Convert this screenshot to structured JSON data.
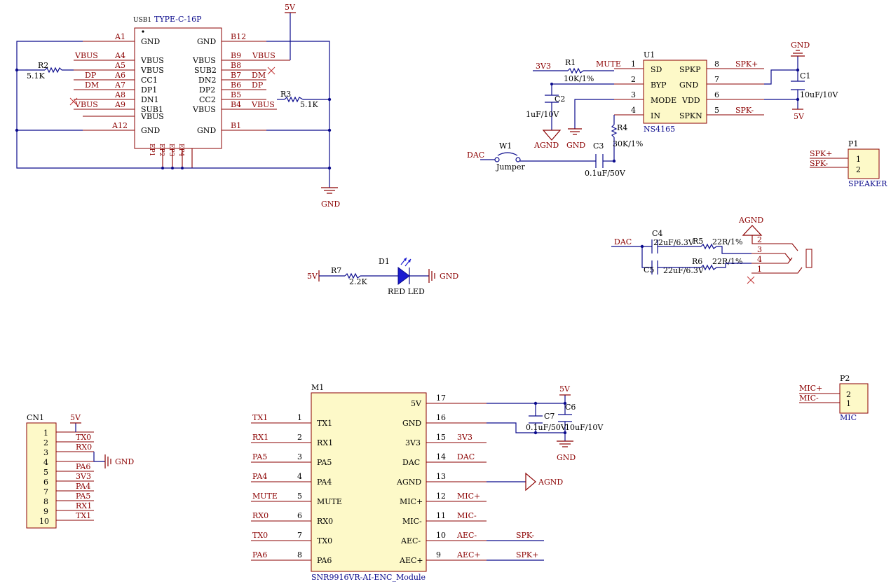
{
  "usb": {
    "ref": "USB1",
    "value": "TYPE-C-16P",
    "left_pins": [
      {
        "num": "A1",
        "name": "GND",
        "net": ""
      },
      {
        "num": "A4",
        "name": "VBUS",
        "net": "VBUS"
      },
      {
        "num": "A5",
        "name": "VBUS",
        "net": ""
      },
      {
        "num": "A6",
        "name": "CC1",
        "net": "DP"
      },
      {
        "num": "A7",
        "name": "DP1",
        "net": "DM"
      },
      {
        "num": "A8",
        "name": "DN1",
        "net": ""
      },
      {
        "num": "A9",
        "name": "SUB1",
        "net": "VBUS"
      },
      {
        "num": "",
        "name": "VBUS",
        "net": ""
      },
      {
        "num": "A12",
        "name": "GND",
        "net": ""
      }
    ],
    "right_pins": [
      {
        "num": "B12",
        "name": "GND",
        "net": ""
      },
      {
        "num": "B9",
        "name": "VBUS",
        "net": "VBUS"
      },
      {
        "num": "B8",
        "name": "SUB2",
        "net": ""
      },
      {
        "num": "B7",
        "name": "DN2",
        "net": "DM"
      },
      {
        "num": "B6",
        "name": "DP2",
        "net": "DP"
      },
      {
        "num": "B5",
        "name": "CC2",
        "net": ""
      },
      {
        "num": "B4",
        "name": "VBUS",
        "net": "VBUS"
      },
      {
        "num": "B1",
        "name": "GND",
        "net": ""
      }
    ],
    "ep_pins": [
      "EP1",
      "EP2",
      "EP3",
      "EP4"
    ]
  },
  "r2": {
    "ref": "R2",
    "value": "5.1K"
  },
  "r3": {
    "ref": "R3",
    "value": "5.1K"
  },
  "gnd_usb": "GND",
  "pwr_5v_top": "5V",
  "u1": {
    "ref": "U1",
    "value": "NS4165",
    "left_pins": [
      {
        "num": "1",
        "name": "SD",
        "net": "MUTE"
      },
      {
        "num": "2",
        "name": "BYP",
        "net": ""
      },
      {
        "num": "3",
        "name": "MODE",
        "net": ""
      },
      {
        "num": "4",
        "name": "IN",
        "net": ""
      }
    ],
    "right_pins": [
      {
        "num": "8",
        "name": "SPKP",
        "net": "SPK+"
      },
      {
        "num": "7",
        "name": "GND",
        "net": ""
      },
      {
        "num": "6",
        "name": "VDD",
        "net": ""
      },
      {
        "num": "5",
        "name": "SPKN",
        "net": "SPK-"
      }
    ]
  },
  "amp": {
    "net_3v3": "3V3",
    "r1_ref": "R1",
    "r1_val": "10K/1%",
    "c2_ref": "C2",
    "c2_val": "1uF/10V",
    "agnd": "AGND",
    "gnd": "GND",
    "c3_ref": "C3",
    "c3_val": "0.1uF/50V",
    "r4_ref": "R4",
    "r4_val": "30K/1%",
    "c1_ref": "C1",
    "c1_val": "10uF/10V",
    "gnd_top": "GND",
    "pwr_5v": "5V",
    "dac": "DAC",
    "w1_ref": "W1",
    "w1_val": "Jumper"
  },
  "p1": {
    "ref": "P1",
    "value": "SPEAKER",
    "pins": [
      "1",
      "2"
    ],
    "nets": [
      "SPK+",
      "SPK-"
    ]
  },
  "audio_out": {
    "agnd": "AGND",
    "dac": "DAC",
    "c4_ref": "C4",
    "c4_val": "22uF/6.3V",
    "r5_ref": "R5",
    "r5_val": "22R/1%",
    "c5_ref": "C5",
    "c5_val": "22uF/6.3V",
    "r6_ref": "R6",
    "r6_val": "22R/1%",
    "jack_pins": [
      "2",
      "3",
      "4",
      "1"
    ]
  },
  "led": {
    "pwr": "5V",
    "r7_ref": "R7",
    "r7_val": "2.2K",
    "d1_ref": "D1",
    "d1_val": "RED LED",
    "gnd": "GND"
  },
  "cn1": {
    "ref": "CN1",
    "pwr": "5V",
    "gnd": "GND",
    "pins": [
      {
        "num": "1",
        "net": "TX0"
      },
      {
        "num": "2",
        "net": "RX0"
      },
      {
        "num": "3",
        "net": ""
      },
      {
        "num": "4",
        "net": "PA6"
      },
      {
        "num": "5",
        "net": "3V3"
      },
      {
        "num": "6",
        "net": "PA4"
      },
      {
        "num": "7",
        "net": "PA5"
      },
      {
        "num": "8",
        "net": "RX1"
      },
      {
        "num": "9",
        "net": "TX1"
      },
      {
        "num": "10",
        "net": ""
      }
    ]
  },
  "m1": {
    "ref": "M1",
    "value": "SNR9916VR-AI-ENC_Module",
    "left_pins": [
      {
        "num": "1",
        "name": "TX1",
        "net": "TX1"
      },
      {
        "num": "2",
        "name": "RX1",
        "net": "RX1"
      },
      {
        "num": "3",
        "name": "PA5",
        "net": "PA5"
      },
      {
        "num": "4",
        "name": "PA4",
        "net": "PA4"
      },
      {
        "num": "5",
        "name": "MUTE",
        "net": "MUTE"
      },
      {
        "num": "6",
        "name": "RX0",
        "net": "RX0"
      },
      {
        "num": "7",
        "name": "TX0",
        "net": "TX0"
      },
      {
        "num": "8",
        "name": "PA6",
        "net": "PA6"
      }
    ],
    "right_pins": [
      {
        "num": "17",
        "name": "5V",
        "net": ""
      },
      {
        "num": "16",
        "name": "GND",
        "net": ""
      },
      {
        "num": "15",
        "name": "3V3",
        "net": "3V3"
      },
      {
        "num": "14",
        "name": "DAC",
        "net": "DAC"
      },
      {
        "num": "13",
        "name": "AGND",
        "net": ""
      },
      {
        "num": "12",
        "name": "MIC+",
        "net": "MIC+"
      },
      {
        "num": "11",
        "name": "MIC-",
        "net": "MIC-"
      },
      {
        "num": "10",
        "name": "AEC-",
        "net": "AEC-"
      },
      {
        "num": "9",
        "name": "AEC+",
        "net": "AEC+"
      }
    ],
    "spk_minus": "SPK-",
    "spk_plus": "SPK+",
    "agnd": "AGND",
    "pwr": "5V",
    "gnd": "GND",
    "c7_ref": "C7",
    "c7_val": "0.1uF/50V",
    "c6_ref": "C6",
    "c6_val": "10uF/10V"
  },
  "p2": {
    "ref": "P2",
    "value": "MIC",
    "pins": [
      "2",
      "1"
    ],
    "nets": [
      "MIC+",
      "MIC-"
    ]
  }
}
